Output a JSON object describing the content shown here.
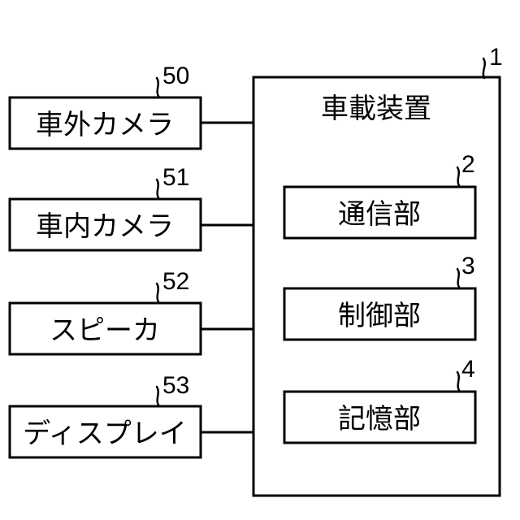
{
  "device": {
    "ref": "1",
    "label": "車載装置"
  },
  "internal_units": [
    {
      "ref": "2",
      "label": "通信部"
    },
    {
      "ref": "3",
      "label": "制御部"
    },
    {
      "ref": "4",
      "label": "記憶部"
    }
  ],
  "peripherals": [
    {
      "ref": "50",
      "label": "車外カメラ"
    },
    {
      "ref": "51",
      "label": "車内カメラ"
    },
    {
      "ref": "52",
      "label": "スピーカ"
    },
    {
      "ref": "53",
      "label": "ディスプレイ"
    }
  ]
}
